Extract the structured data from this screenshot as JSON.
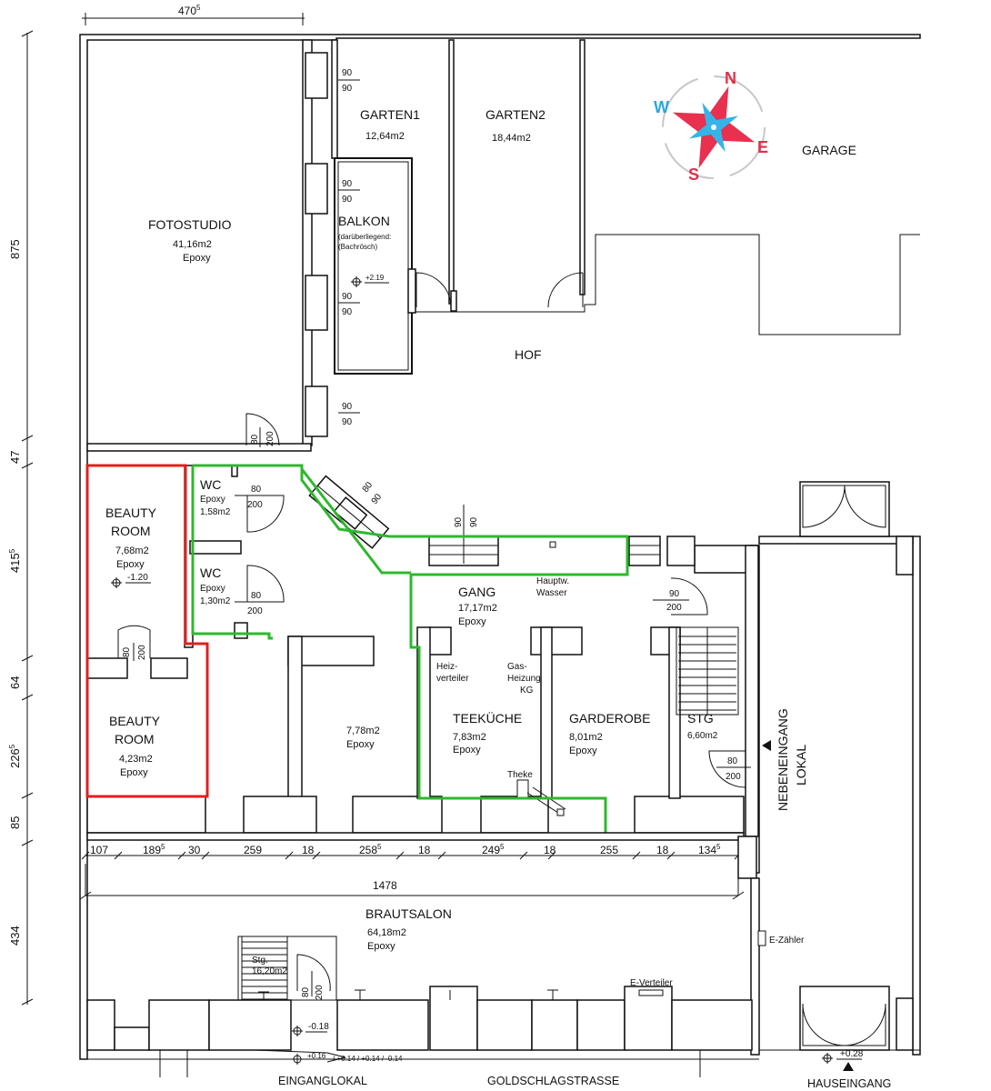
{
  "colors": {
    "highlight_red": "#e0201e",
    "highlight_green": "#2eb82e",
    "compass_star": "#e8304f",
    "compass_star_alt": "#35b4e8",
    "compass_letters": "#e0304a",
    "compass_w": "#2aa7e0"
  },
  "top_dimension": {
    "value": "470",
    "sup": "5"
  },
  "left_dimensions": [
    {
      "value": "875",
      "sup": ""
    },
    {
      "value": "47",
      "sup": ""
    },
    {
      "value": "415",
      "sup": "5"
    },
    {
      "value": "64",
      "sup": ""
    },
    {
      "value": "226",
      "sup": "5"
    },
    {
      "value": "85",
      "sup": ""
    },
    {
      "value": "434",
      "sup": ""
    }
  ],
  "rooms": {
    "fotostudio": {
      "name": "FOTOSTUDIO",
      "area": "41,16m2",
      "floor": "Epoxy"
    },
    "garten1": {
      "name": "GARTEN1",
      "area": "12,64m2"
    },
    "garten2": {
      "name": "GARTEN2",
      "area": "18,44m2"
    },
    "garage": {
      "name": "GARAGE"
    },
    "balkon": {
      "name": "BALKON",
      "note1": "(darüberliegend:",
      "note2": "(Bachrösch)",
      "level": "+2.19"
    },
    "hof": {
      "name": "HOF"
    },
    "beauty1": {
      "name1": "BEAUTY",
      "name2": "ROOM",
      "area": "7,68m2",
      "floor": "Epoxy",
      "level": "-1.20"
    },
    "beauty2": {
      "name1": "BEAUTY",
      "name2": "ROOM",
      "area": "4,23m2",
      "floor": "Epoxy"
    },
    "wc1": {
      "name": "WC",
      "floor": "Epoxy",
      "area": "1,58m2"
    },
    "wc2": {
      "name": "WC",
      "floor": "Epoxy",
      "area": "1,30m2"
    },
    "gang": {
      "name": "GANG",
      "area": "17,17m2",
      "floor": "Epoxy"
    },
    "center": {
      "area": "7,78m2",
      "floor": "Epoxy"
    },
    "teekueche": {
      "name": "TEEKÜCHE",
      "area": "7,83m2",
      "floor": "Epoxy"
    },
    "garderobe": {
      "name": "GARDEROBE",
      "area": "8,01m2",
      "floor": "Epoxy"
    },
    "stg": {
      "name": "STG",
      "area": "6,60m2"
    },
    "brautsalon": {
      "name": "BRAUTSALON",
      "area": "64,18m2",
      "floor": "Epoxy"
    },
    "stg_small": {
      "name": "Stg.",
      "area": "16,20m2"
    }
  },
  "labels": {
    "hauptw": "Hauptw.",
    "wasser": "Wasser",
    "heiz1": "Heiz-",
    "heiz2": "verteiler",
    "gas1": "Gas-",
    "gas2": "Heizung",
    "gas3": "KG",
    "theke": "Theke",
    "ezaehler": "E-Zähler",
    "everteiler": "E-Verteiler",
    "nebeneingang1": "NEBENEINGANG",
    "nebeneingang2": "LOKAL",
    "eingang": "EINGANGLOKAL",
    "street": "GOLDSCHLAGSTRASSE",
    "hauseingang": "HAUSEINGANG"
  },
  "window_dims": [
    "90",
    "90",
    "90",
    "90",
    "90",
    "90",
    "90",
    "90"
  ],
  "door_dims": {
    "d80": "80",
    "d200": "200",
    "d90": "90"
  },
  "row_dims": [
    {
      "value": "107",
      "sup": ""
    },
    {
      "value": "189",
      "sup": "5"
    },
    {
      "value": "30",
      "sup": ""
    },
    {
      "value": "259",
      "sup": ""
    },
    {
      "value": "18",
      "sup": ""
    },
    {
      "value": "258",
      "sup": "5"
    },
    {
      "value": "18",
      "sup": ""
    },
    {
      "value": "249",
      "sup": "5"
    },
    {
      "value": "18",
      "sup": ""
    },
    {
      "value": "255",
      "sup": ""
    },
    {
      "value": "18",
      "sup": ""
    },
    {
      "value": "134",
      "sup": "5"
    }
  ],
  "total_width": "1478",
  "levels": {
    "l1": "-0.18",
    "l2": "+0.16",
    "l3": "/ +0.14 / +0.14 / -0.14",
    "l4": "+0.28"
  },
  "compass": {
    "n": "N",
    "e": "E",
    "s": "S",
    "w": "W"
  }
}
